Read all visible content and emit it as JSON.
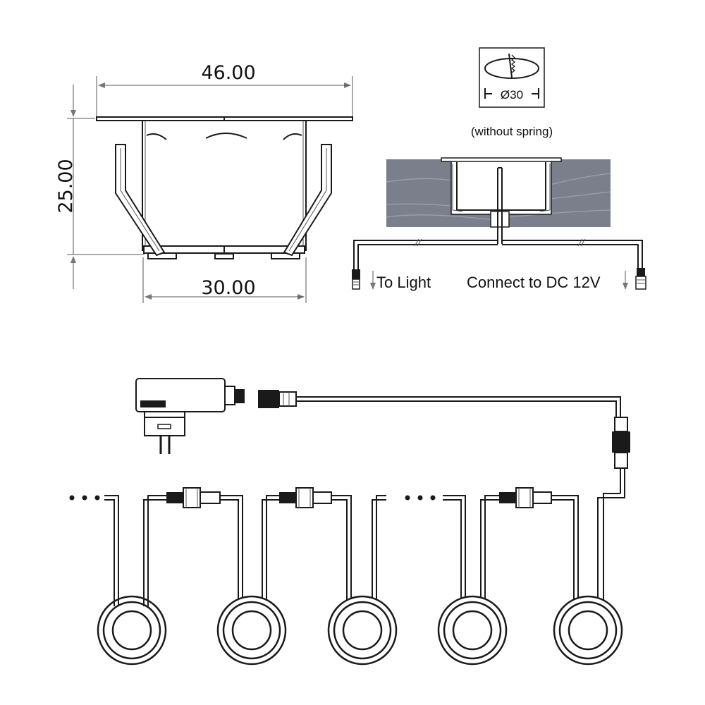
{
  "dimensions": {
    "top_width": "46.00",
    "height": "25.00",
    "bottom_width": "30.00"
  },
  "inset": {
    "diameter": "Ø30",
    "note": "(without spring)"
  },
  "labels": {
    "to_light": "To Light",
    "connect": "Connect to DC 12V"
  },
  "fixtures": [
    {
      "id": "light-1"
    },
    {
      "id": "light-2"
    },
    {
      "id": "light-3"
    },
    {
      "id": "light-4"
    },
    {
      "id": "light-5"
    }
  ],
  "colors": {
    "wood": "#7b7f8c",
    "wood_grain": "#9aa0ab",
    "ink": "#1a1a1a"
  }
}
